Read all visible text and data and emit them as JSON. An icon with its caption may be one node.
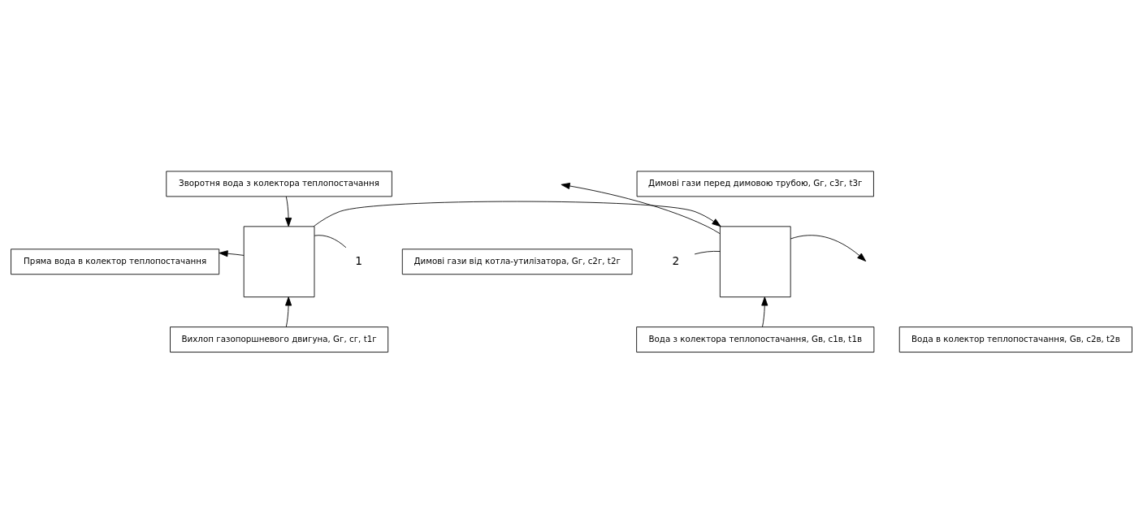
{
  "diagram": {
    "nodes": [
      {
        "text": [
          "Зворотня вода з колектора теплопостачання"
        ]
      },
      {
        "text": [
          "Димові гази перед димовою трубою, Gг, c3г, t3г"
        ]
      },
      {
        "text": [
          "Пряма вода в колектор теплопостачання"
        ]
      },
      {
        "text": [],
        "shape": "box"
      },
      {
        "text": [
          "Димові гази від котла-утилізатора, Gг, c2г, t2г"
        ]
      },
      {
        "text": [],
        "shape": "box"
      },
      {
        "text": [
          "Вода в колектор теплопостачання, Gв, c2в, t2в"
        ]
      },
      {
        "text": [
          "1"
        ]
      },
      {
        "text": [
          "2"
        ]
      },
      {
        "text": [
          "Вихлоп газопоршневого двигуна, Gг, cг, t1г"
        ]
      },
      {
        "text": [
          "Вода з колектора теплопостачання, Gв, c1в, t1в"
        ]
      }
    ],
    "edges": [
      {
        "from": 0,
        "to": 3,
        "arrow": "to"
      },
      {
        "from": 3,
        "to": 2,
        "arrow": "to"
      },
      {
        "from": 3,
        "to": 5,
        "arrow": "to"
      },
      {
        "from": 5,
        "to": null,
        "arrow": "to"
      },
      {
        "from": 5,
        "to": null,
        "arrow": "to"
      },
      {
        "from": 9,
        "to": 3,
        "arrow": "to"
      },
      {
        "from": 10,
        "to": 5,
        "arrow": "to"
      },
      {
        "from": 7,
        "to": 3,
        "arrow": "none"
      },
      {
        "from": 8,
        "to": 5,
        "arrow": "none"
      }
    ]
  }
}
